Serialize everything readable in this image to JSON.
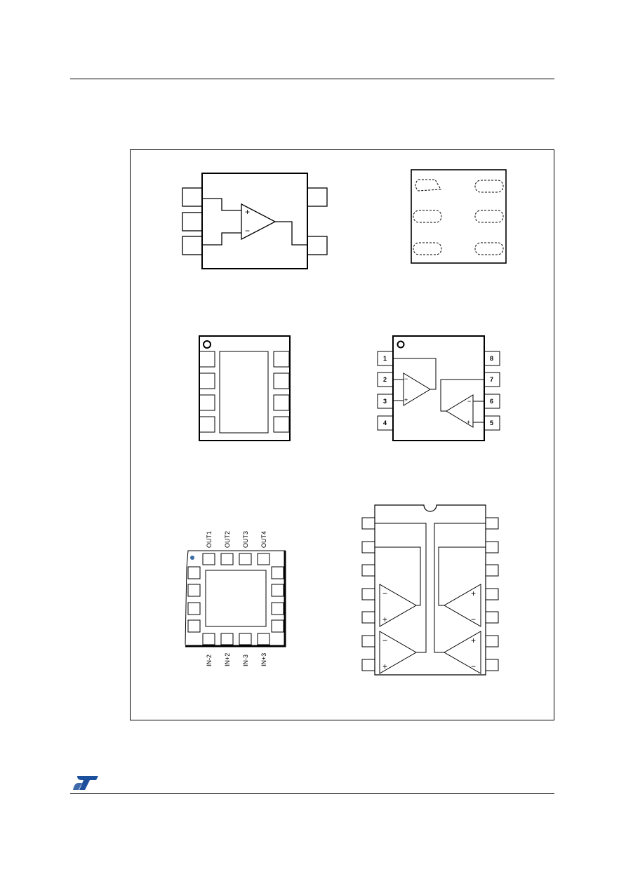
{
  "colors": {
    "pin1_dot": "#3a6ea5",
    "logo": "#1c4f9c"
  },
  "icons": {
    "logo": "st-logo-icon"
  },
  "signs": {
    "plus": "+",
    "minus": "−"
  },
  "pinout_dfn8": {
    "left": [
      "1",
      "2",
      "3",
      "4"
    ],
    "right": [
      "8",
      "7",
      "6",
      "5"
    ]
  },
  "pinout_qfn16": {
    "top_labels": [
      "OUT1",
      "OUT2",
      "OUT3",
      "OUT4"
    ],
    "bottom_labels": [
      "IN-2",
      "IN+2",
      "IN-3",
      "IN+3"
    ]
  }
}
